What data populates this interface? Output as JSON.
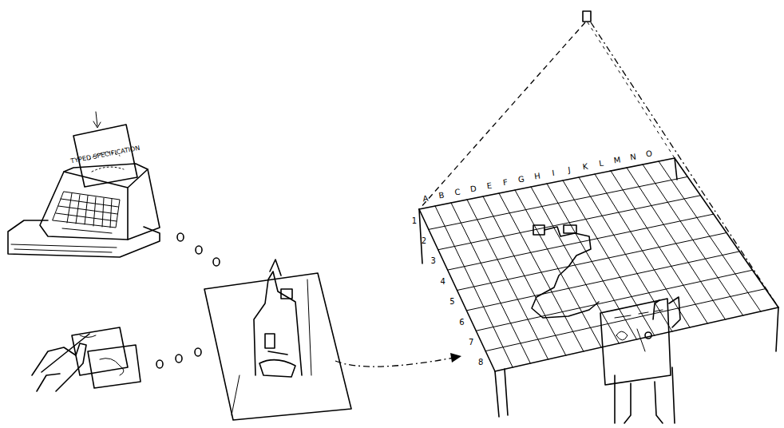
{
  "diagram": {
    "labels": [
      "TYPED SPECIFICATION",
      "A",
      "B",
      "C",
      "D",
      "E",
      "F",
      "G",
      "H",
      "I",
      "J",
      "K",
      "L",
      "M",
      "N",
      "O",
      "1",
      "2",
      "3",
      "4",
      "5",
      "6",
      "7",
      "8"
    ]
  }
}
